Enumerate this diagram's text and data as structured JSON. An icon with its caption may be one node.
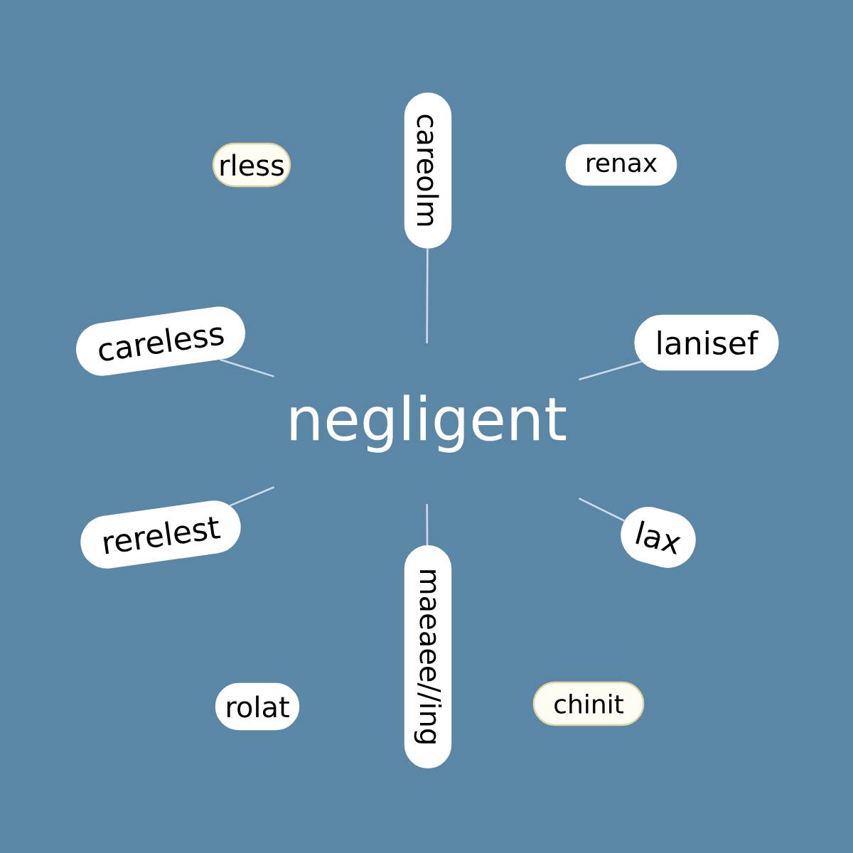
{
  "diagram": {
    "nodes": [
      {
        "text": [
          "negligent"
        ]
      },
      {
        "text": [
          "rless"
        ]
      },
      {
        "text": [
          "careolm"
        ]
      },
      {
        "text": [
          "renax"
        ]
      },
      {
        "text": [
          "careless"
        ]
      },
      {
        "text": [
          "lanisef"
        ]
      },
      {
        "text": [
          "rerelest"
        ]
      },
      {
        "text": [
          "lax"
        ]
      },
      {
        "text": [
          "maeaee//ing"
        ]
      },
      {
        "text": [
          "rolat"
        ]
      },
      {
        "text": [
          "chinit"
        ]
      }
    ],
    "edges": [
      {
        "from": 0,
        "to": 2,
        "arrow": "none"
      },
      {
        "from": 0,
        "to": 4,
        "arrow": "none"
      },
      {
        "from": 0,
        "to": 5,
        "arrow": "none"
      },
      {
        "from": 0,
        "to": 6,
        "arrow": "none"
      },
      {
        "from": 0,
        "to": 7,
        "arrow": "none"
      },
      {
        "from": 0,
        "to": 8,
        "arrow": "none"
      }
    ]
  }
}
